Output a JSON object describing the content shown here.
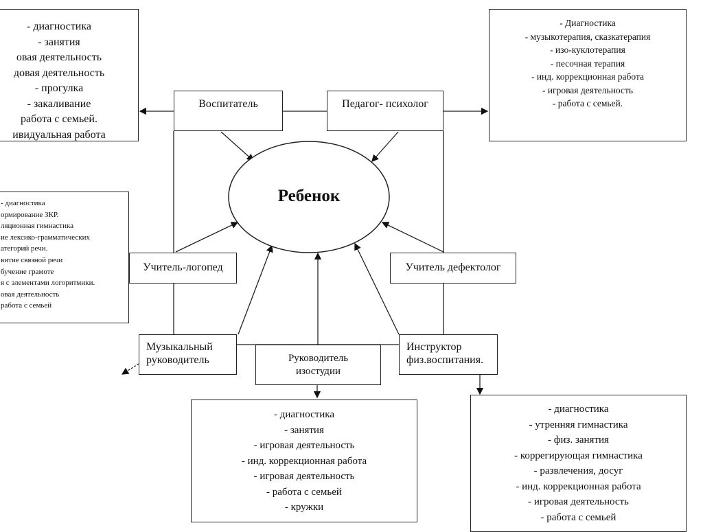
{
  "center_label": "Ребенок",
  "roles": {
    "educator": "Воспитатель",
    "psychologist": "Педагог- психолог",
    "speech_therapist": "Учитель-логопед",
    "defectologist": "Учитель дефектолог",
    "music_director_line1": "Музыкальный",
    "music_director_line2": "руководитель",
    "art_studio_line1": "Руководитель",
    "art_studio_line2": "изостудии",
    "pe_instructor_line1": "Инструктор",
    "pe_instructor_line2": "физ.воспитания."
  },
  "educator_tasks": [
    "- диагностика",
    "- занятия",
    "овая деятельность",
    "довая деятельность",
    "- прогулка",
    "- закаливание",
    "работа с семьей.",
    "ивидуальная работа"
  ],
  "psychologist_tasks": [
    "- Диагностика",
    "- музыкотерапия, сказкатерапия",
    "- изо-куклотерапия",
    "- песочная терапия",
    "- инд. коррекционная работа",
    "- игровая деятельность",
    "- работа с семьей."
  ],
  "speech_tasks": [
    "- диагностика",
    "ормирование ЗКР.",
    "ляционная гимнастика",
    "ие лексико-грамматических",
    "атегорий речи.",
    "витие связной речи",
    "бучение грамоте",
    "я с элементами логоритмики.",
    "овая деятельность",
    "работа с семьей"
  ],
  "art_tasks": [
    "- диагностика",
    "- занятия",
    "- игровая деятельность",
    "- инд. коррекционная работа",
    "- игровая деятельность",
    "- работа с семьей",
    "- кружки"
  ],
  "pe_tasks": [
    "- диагностика",
    "- утренняя гимнастика",
    "- физ. занятия",
    "- коррегирующая гимнастика",
    "- развлечения, досуг",
    "- инд. коррекционная работа",
    "- игровая деятельность",
    "- работа с семьей"
  ]
}
